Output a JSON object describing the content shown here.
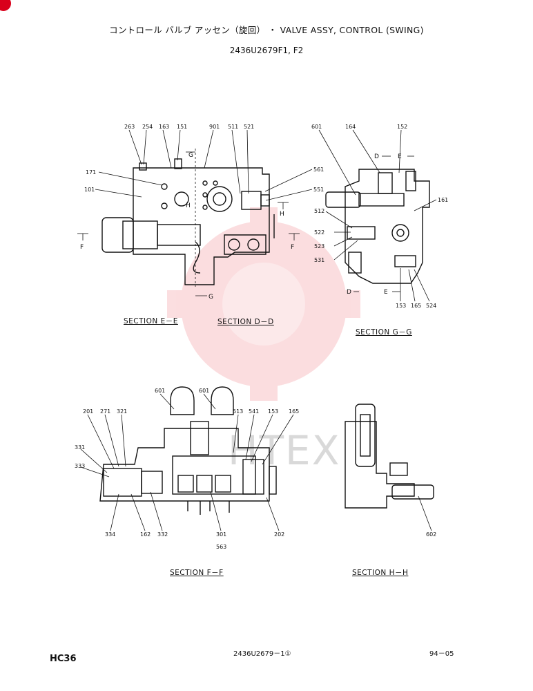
{
  "header": {
    "title": "コントロール バルブ アッセン（旋回） ・ VALVE ASSY, CONTROL (SWING)",
    "part_codes": "2436U2679F1, F2"
  },
  "sections": {
    "ee": "SECTION E－E",
    "dd": "SECTION D－D",
    "gg": "SECTION G－G",
    "ff": "SECTION F－F",
    "hh": "SECTION H－H"
  },
  "footer": {
    "model": "HC36",
    "drawing_no": "2436U2679－1①",
    "date": "94－05"
  },
  "watermark": {
    "text": "HTEX",
    "color": "#e8323c"
  },
  "labels_top_left": [
    "263",
    "254",
    "163",
    "151",
    "901",
    "511",
    "521",
    "171",
    "561",
    "101",
    "551"
  ],
  "labels_top_right": [
    "601",
    "164",
    "152",
    "161",
    "512",
    "522",
    "523",
    "531",
    "153",
    "165",
    "524"
  ],
  "labels_bottom_left": [
    "601",
    "601",
    "201",
    "271",
    "321",
    "513",
    "541",
    "153",
    "165",
    "331",
    "333",
    "334",
    "162",
    "332",
    "301",
    "563",
    "202"
  ],
  "labels_bottom_right": [
    "602"
  ],
  "cut_marks": {
    "g": "G",
    "h": "H",
    "f": "F",
    "d": "D",
    "e": "E"
  }
}
